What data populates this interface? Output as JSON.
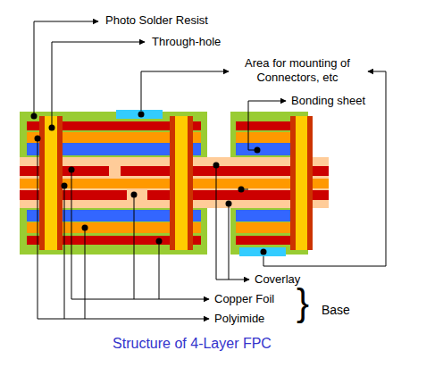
{
  "diagram": {
    "caption": "Structure of 4-Layer FPC",
    "labels": [
      "Photo Solder Resist",
      "Through-hole",
      "Area for mounting of Connectors, etc",
      "Bonding sheet",
      "Coverlay",
      "Copper Foil",
      "Polyimide",
      "}",
      "Base"
    ]
  }
}
